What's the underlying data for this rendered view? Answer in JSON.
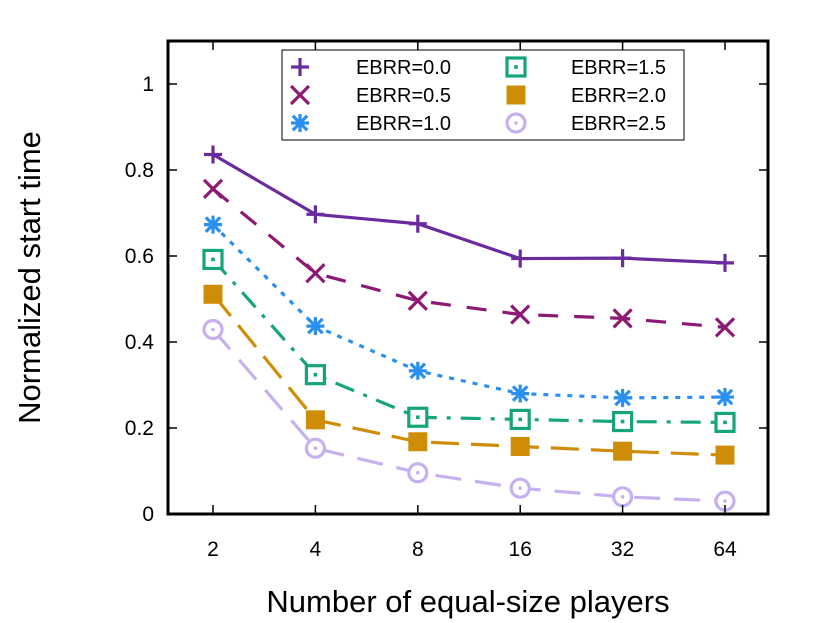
{
  "chart_data": {
    "type": "line",
    "xlabel": "Number of equal-size players",
    "ylabel": "Normalized start time",
    "categories": [
      "2",
      "4",
      "8",
      "16",
      "32",
      "64"
    ],
    "ylim": [
      0,
      1.1
    ],
    "yticks": [
      0,
      0.2,
      0.4,
      0.6,
      0.8,
      1
    ],
    "ytick_labels": [
      "0",
      "0.2",
      "0.4",
      "0.6",
      "0.8",
      "1"
    ],
    "grid": false,
    "legend_position": "top",
    "series": [
      {
        "name": "EBRR=0.0",
        "values": [
          0.836,
          0.697,
          0.675,
          0.594,
          0.595,
          0.584
        ],
        "color": "#6a2b9e",
        "marker": "plus",
        "dash": "solid"
      },
      {
        "name": "EBRR=0.5",
        "values": [
          0.756,
          0.56,
          0.496,
          0.464,
          0.455,
          0.434
        ],
        "color": "#8c1a74",
        "marker": "cross",
        "dash": "dashed"
      },
      {
        "name": "EBRR=1.0",
        "values": [
          0.673,
          0.437,
          0.333,
          0.28,
          0.27,
          0.272
        ],
        "color": "#2b8ff0",
        "marker": "star",
        "dash": "dotted"
      },
      {
        "name": "EBRR=1.5",
        "values": [
          0.592,
          0.324,
          0.225,
          0.22,
          0.215,
          0.213
        ],
        "color": "#16a47a",
        "marker": "square-open",
        "dash": "dashdot"
      },
      {
        "name": "EBRR=2.0",
        "values": [
          0.511,
          0.219,
          0.168,
          0.157,
          0.146,
          0.137
        ],
        "color": "#cf8c06",
        "marker": "square-filled",
        "dash": "longdash"
      },
      {
        "name": "EBRR=2.5",
        "values": [
          0.429,
          0.153,
          0.096,
          0.06,
          0.04,
          0.03
        ],
        "color": "#c7b0f0",
        "marker": "circle-open",
        "dash": "longdash2"
      }
    ]
  }
}
